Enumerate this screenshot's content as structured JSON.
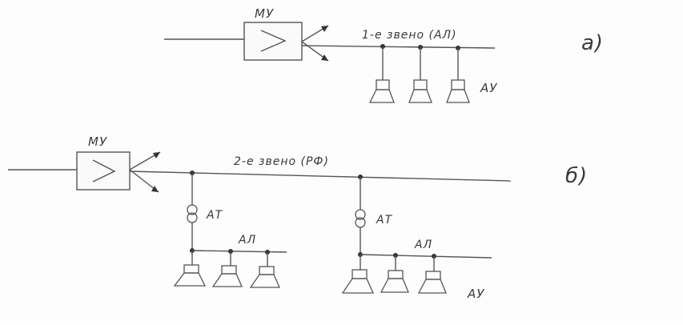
{
  "diagram_a": {
    "marker": "а)",
    "amp_label": "МУ",
    "link_label": "1-е звено (АЛ)",
    "speakers_label": "АУ"
  },
  "diagram_b": {
    "marker": "б)",
    "amp_label": "МУ",
    "link_label": "2-е звено (РФ)",
    "transformer_left_label": "АТ",
    "transformer_right_label": "АТ",
    "line_left_label": "АЛ",
    "line_right_label": "АЛ",
    "speakers_label": "АУ"
  }
}
